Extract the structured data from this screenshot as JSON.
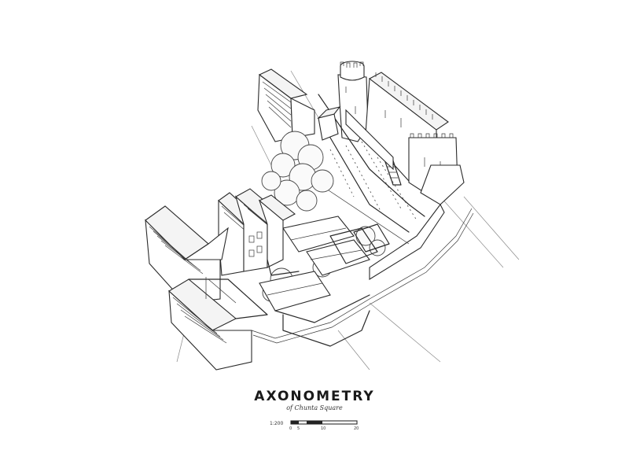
{
  "title": "AXONOMETRY",
  "subtitle": "of Chunta Square",
  "scale": {
    "ratio": "1:200",
    "ticks": [
      "0",
      "5",
      "10",
      "20"
    ]
  }
}
